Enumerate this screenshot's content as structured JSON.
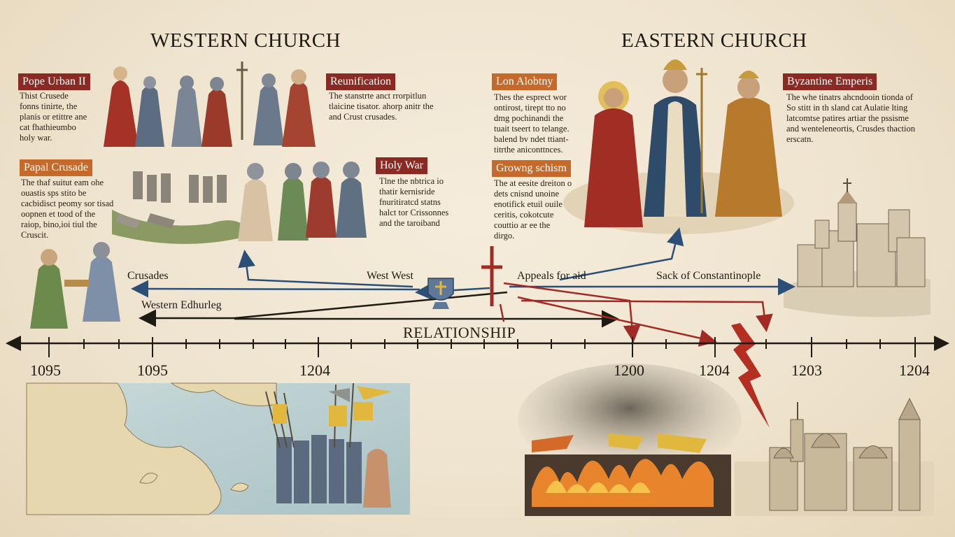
{
  "headings": {
    "west": "WESTERN CHURCH",
    "east": "EASTERN CHURCH"
  },
  "west_tags": [
    {
      "label": "Pope Urban II",
      "text": "Thist Crusede\nfonns tinirte, the\nplanis or etittre ane\ncat fhathieumbo\nholy war."
    },
    {
      "label": "Reunification",
      "text": "The stanstrte anct rrorpitlun\ntlaicine tisator. ahorp anitr the\nand Crust crusades."
    },
    {
      "label": "Papal Crusade",
      "text": "The thaf suitut eam ohe\nouastis sps stito be\ncacbidisct peomy sor tisad\noopnen et tood of the\nraiop, bino,ioi tiul the\nCruscit."
    },
    {
      "label": "Holy War",
      "text": "Tlne the nbtrica io\nthatir kernisride\nfnuritiratcd statns\nhalct tor Crissonnes\nand the taroiband"
    }
  ],
  "east_tags": [
    {
      "label": "Lon Alobtny",
      "text": "Thes the esprect wor\nontirost, tirept tto no\ndmg pochinandi the\ntuait tseert to telange.\nbalend bv ndet ttiant-\ntitrthe aniconttnces."
    },
    {
      "label": "Byzantine Emperis",
      "text": "The whe tinatrs ahcndooin tionda of\nSo stitt in th sland cat Aulatie lting\nlatcomtse patires artiar the pssisme\nand wenteleneortis, Crusdes thaction\nerscatn."
    },
    {
      "label": "Growng schism",
      "text": "The at eesite dreiton o\ndets cnisnd unoine\nenotifick etuil ouile\nceritis, cokotcute\ncouttio ar ee the\ndirgo."
    }
  ],
  "relation_labels": {
    "crusades": "Crusades",
    "west_west": "West West",
    "western_edge": "Western Edhurleg",
    "appeals": "Appeals for aid",
    "sack": "Sack of Constantinople",
    "relationship": "RELATIONSHIP"
  },
  "timeline": {
    "years": [
      "1095",
      "1095",
      "1204",
      "1200",
      "1204",
      "1203",
      "1204"
    ]
  },
  "colors": {
    "red_tag": "#8b2a22",
    "orange_tag": "#c56a2a",
    "blue_arrow": "#2c4f78",
    "red_arrow": "#a12a24",
    "axis": "#1e1a14"
  },
  "icons": [
    "shield-icon",
    "cross-icon",
    "lightning-icon"
  ]
}
